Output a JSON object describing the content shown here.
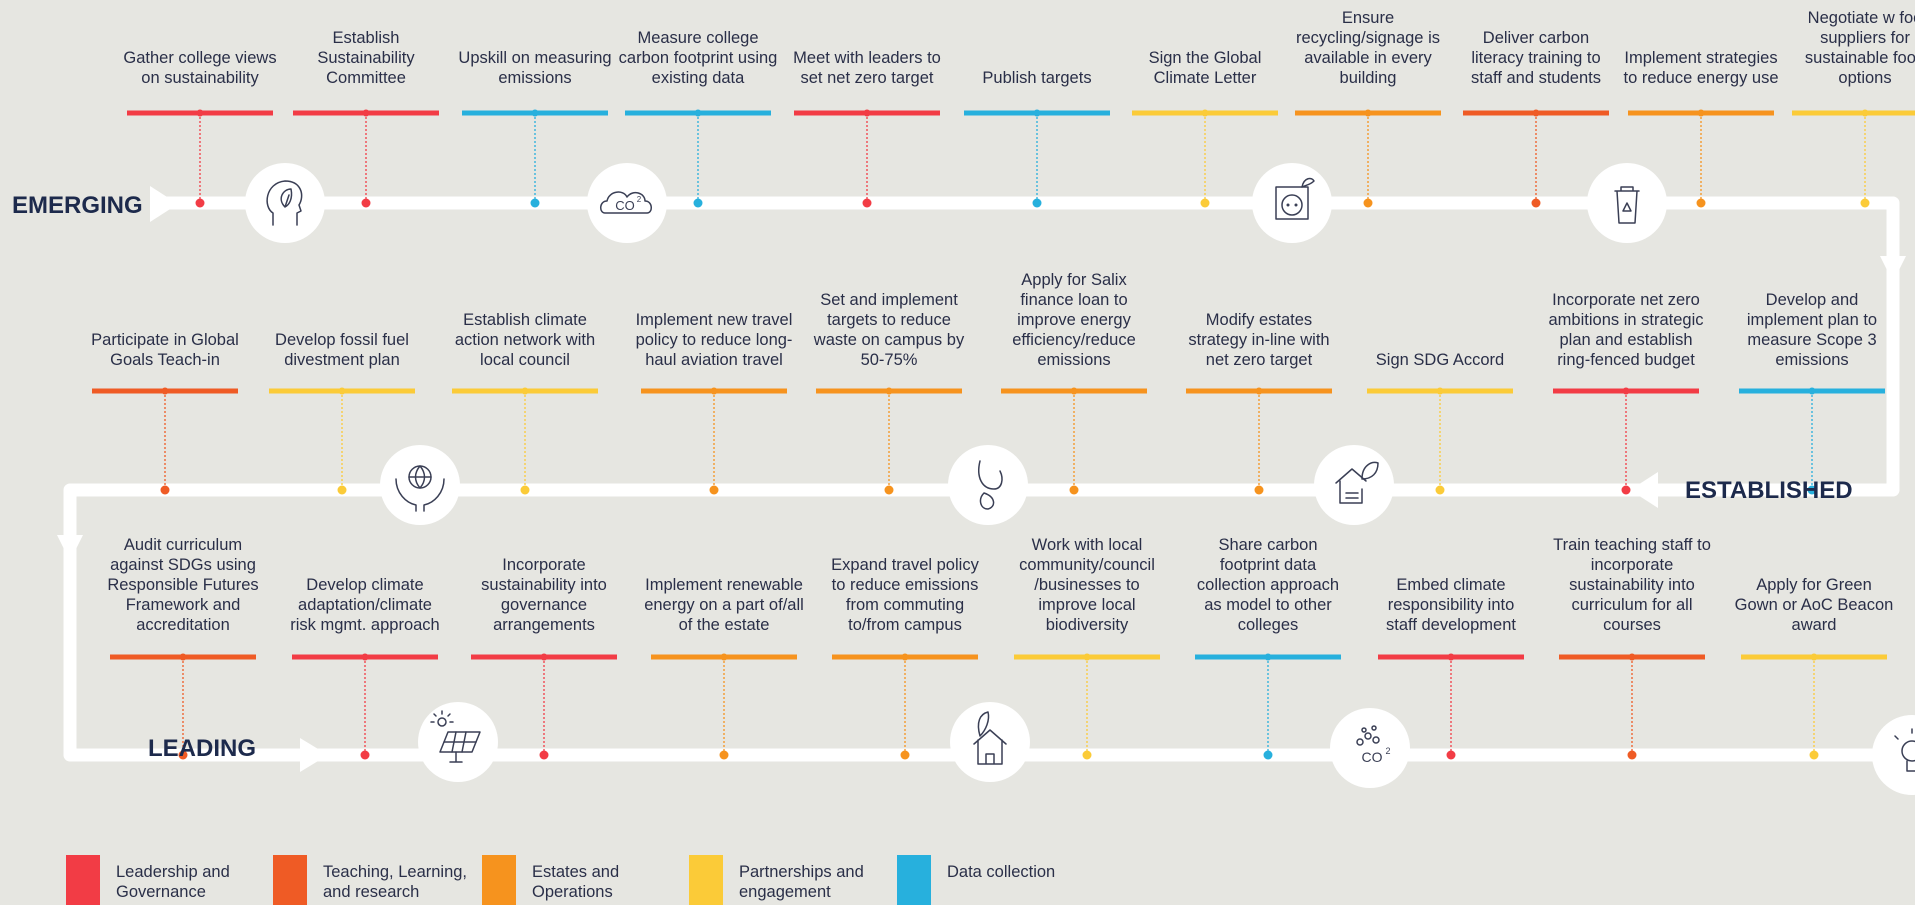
{
  "colors": {
    "leadership": "#f23c45",
    "teaching": "#ef5b25",
    "estates": "#f6931e",
    "partnerships": "#fbcb38",
    "data": "#27b0dd",
    "track": "#ffffff",
    "background": "#e6e6e1",
    "text": "#2a2f48",
    "stage_text": "#1d2a4c"
  },
  "stages": {
    "emerging": "EMERGING",
    "established": "ESTABLISHED",
    "leading": "LEADING"
  },
  "legend": [
    {
      "label": "Leadership and Governance",
      "color": "leadership"
    },
    {
      "label": "Teaching, Learning, and research",
      "color": "teaching"
    },
    {
      "label": "Estates and Operations",
      "color": "estates"
    },
    {
      "label": "Partnerships and engagement",
      "color": "partnerships"
    },
    {
      "label": "Data collection",
      "color": "data"
    }
  ],
  "rows": {
    "emerging": [
      {
        "text": "Gather college views on sustainability",
        "color": "leadership"
      },
      {
        "text": "Establish Sustainability Committee",
        "color": "leadership"
      },
      {
        "text": "Upskill on measuring emissions",
        "color": "data"
      },
      {
        "text": "Measure college carbon footprint using existing data",
        "color": "data"
      },
      {
        "text": "Meet with leaders to set net zero target",
        "color": "leadership"
      },
      {
        "text": "Publish targets",
        "color": "data"
      },
      {
        "text": "Sign the Global Climate Letter",
        "color": "partnerships"
      },
      {
        "text": "Ensure recycling/signage is available in every building",
        "color": "estates"
      },
      {
        "text": "Deliver carbon literacy training to staff and students",
        "color": "teaching"
      },
      {
        "text": "Implement strategies to reduce energy use",
        "color": "estates"
      },
      {
        "text": "Negotiate w foo suppliers for sustainable food options",
        "color": "partnerships"
      }
    ],
    "established": [
      {
        "text": "Participate in Global Goals Teach-in",
        "color": "teaching"
      },
      {
        "text": "Develop fossil fuel divestment plan",
        "color": "partnerships"
      },
      {
        "text": "Establish climate action network with local council",
        "color": "partnerships"
      },
      {
        "text": "Implement new travel policy to reduce long-haul aviation travel",
        "color": "estates"
      },
      {
        "text": "Set and implement targets to reduce waste on campus by 50-75%",
        "color": "estates"
      },
      {
        "text": "Apply for Salix finance loan to improve energy efficiency/reduce emissions",
        "color": "estates"
      },
      {
        "text": "Modify estates strategy in-line with net zero target",
        "color": "estates"
      },
      {
        "text": "Sign SDG Accord",
        "color": "partnerships"
      },
      {
        "text": "Incorporate net zero ambitions in strategic plan and establish ring-fenced budget",
        "color": "leadership"
      },
      {
        "text": "Develop and implement plan to measure Scope 3 emissions",
        "color": "data"
      }
    ],
    "leading": [
      {
        "text": "Audit curriculum against SDGs using Responsible Futures Framework and accreditation",
        "color": "teaching"
      },
      {
        "text": "Develop climate adaptation/climate risk mgmt. approach",
        "color": "leadership"
      },
      {
        "text": "Incorporate sustainability into governance arrangements",
        "color": "leadership"
      },
      {
        "text": "Implement renewable energy on a part of/all of the estate",
        "color": "estates"
      },
      {
        "text": "Expand travel policy to reduce emissions from commuting to/from campus",
        "color": "estates"
      },
      {
        "text": "Work with local community/council /businesses to improve local biodiversity",
        "color": "partnerships"
      },
      {
        "text": "Share carbon footprint data collection approach as model to other colleges",
        "color": "data"
      },
      {
        "text": "Embed climate responsibility into staff development",
        "color": "leadership"
      },
      {
        "text": "Train teaching staff to incorporate sustainability into curriculum for all courses",
        "color": "teaching"
      },
      {
        "text": "Apply for Green Gown or AoC Beacon award",
        "color": "partnerships"
      }
    ]
  },
  "icons": {
    "emerging": [
      "head-leaf-icon",
      "co2-cloud-icon",
      "plug-socket-icon",
      "recycling-bin-icon"
    ],
    "established": [
      "globe-hands-icon",
      "hand-seedling-icon",
      "house-leaf-icon"
    ],
    "leading": [
      "solar-panel-icon",
      "eco-house-icon",
      "co2-bubbles-icon",
      "lightbulb-icon"
    ]
  }
}
